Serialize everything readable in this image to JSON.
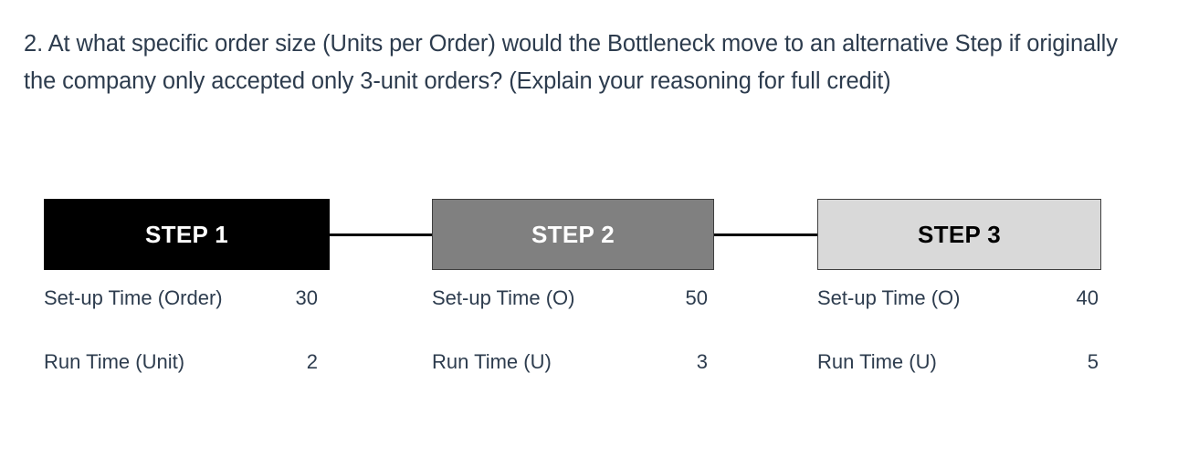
{
  "question": {
    "text": "2. At what specific order size (Units per Order) would the Bottleneck move to an alternative Step if originally the company only accepted only 3-unit orders? (Explain your reasoning for full credit)"
  },
  "colors": {
    "text": "#2d3c4e",
    "step1_fill": "#000000",
    "step1_text": "#ffffff",
    "step2_fill": "#808080",
    "step2_text": "#ffffff",
    "step3_fill": "#d9d9d9",
    "step3_text": "#000000",
    "connector": "#000000",
    "background": "#ffffff"
  },
  "diagram": {
    "type": "process-flow",
    "steps": [
      {
        "title": "STEP 1",
        "metrics": [
          {
            "label": "Set-up Time (Order)",
            "value": "30"
          },
          {
            "label": "Run Time (Unit)",
            "value": "2"
          }
        ]
      },
      {
        "title": "STEP 2",
        "metrics": [
          {
            "label": "Set-up Time (O)",
            "value": "50"
          },
          {
            "label": "Run Time (U)",
            "value": "3"
          }
        ]
      },
      {
        "title": "STEP 3",
        "metrics": [
          {
            "label": "Set-up Time (O)",
            "value": "40"
          },
          {
            "label": "Run Time (U)",
            "value": "5"
          }
        ]
      }
    ]
  }
}
